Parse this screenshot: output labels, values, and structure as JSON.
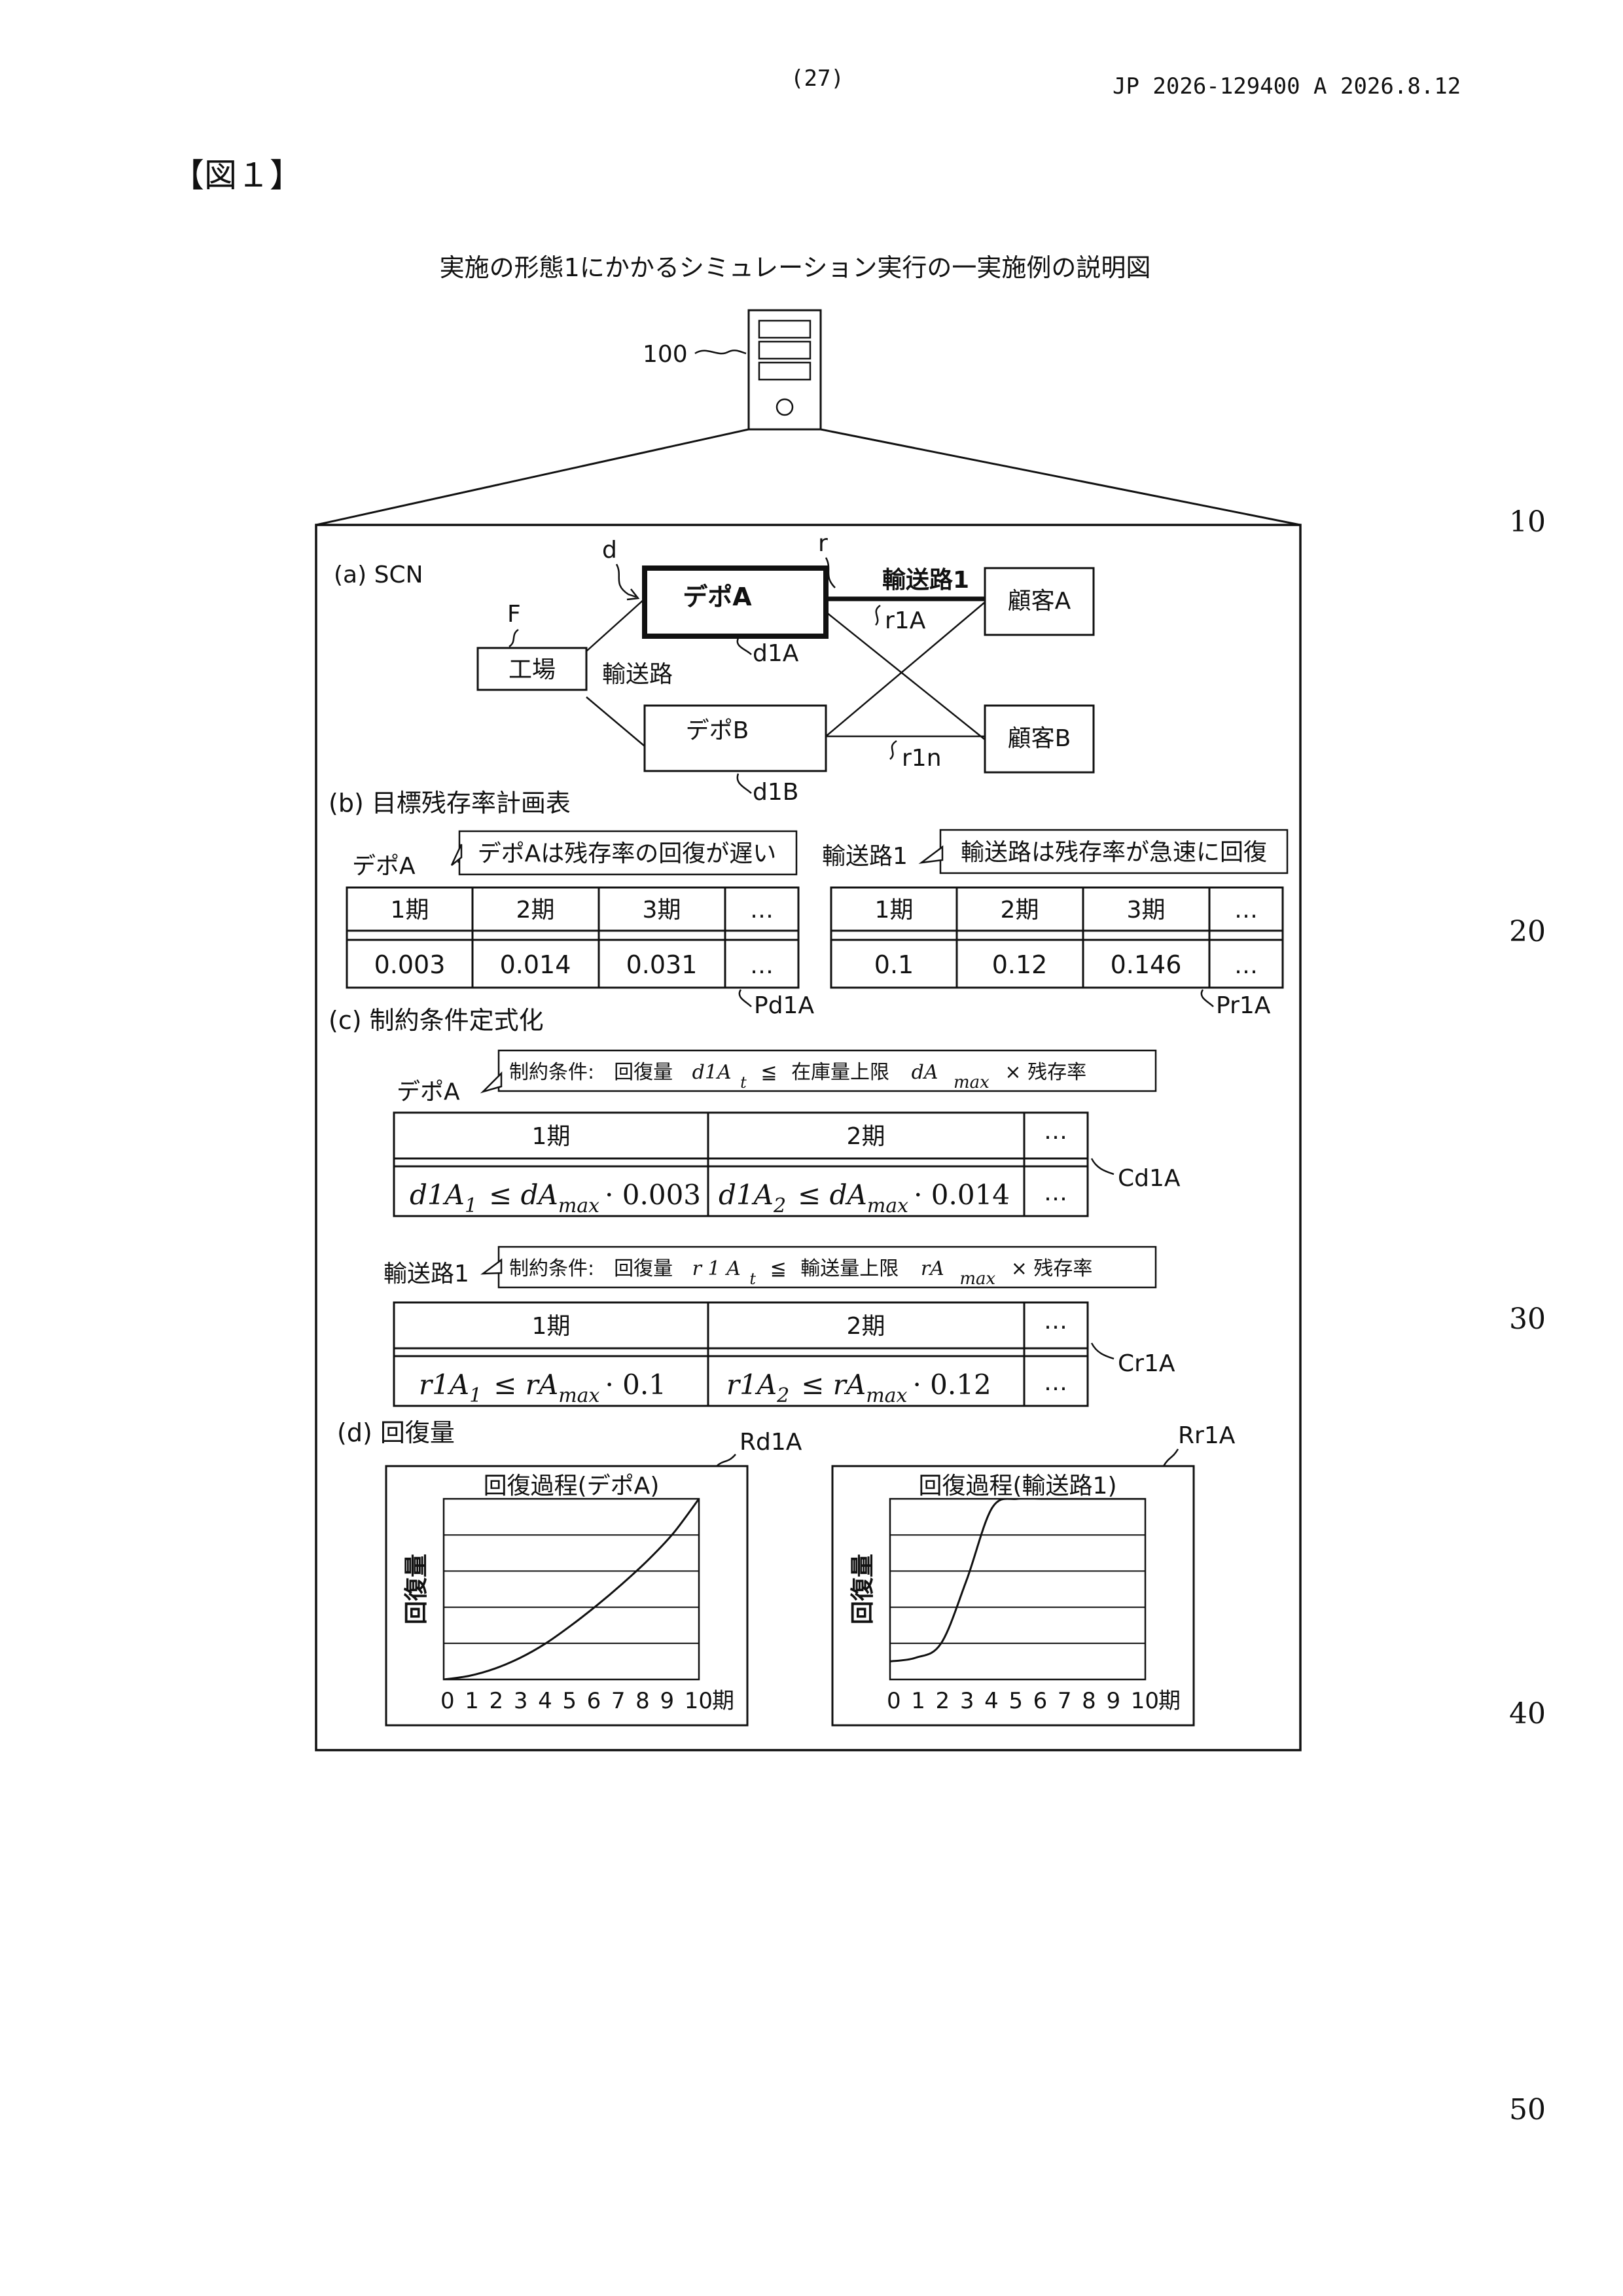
{
  "header": {
    "page_number": "(27)",
    "publication": "JP  2026-129400  A  2026.8.12"
  },
  "line_numbers": [
    "10",
    "20",
    "30",
    "40",
    "50"
  ],
  "figure": {
    "label": "【図１】",
    "title": "実施の形態1にかかるシミュレーション実行の一実施例の説明図",
    "device_ref": "100",
    "section_a": {
      "heading": "(a)  SCN",
      "factory": "工場",
      "factory_ref": "F",
      "depot_a": "デポA",
      "depot_b": "デポB",
      "depot_ref": "d",
      "route_ref": "r",
      "route_label": "輸送路",
      "route1_label": "輸送路1",
      "customer_a": "顧客A",
      "customer_b": "顧客B",
      "ref_d1a": "d1A",
      "ref_d1b": "d1B",
      "ref_r1a": "r1A",
      "ref_r1n": "r1n"
    },
    "section_b": {
      "heading": "(b) 目標残存率計画表",
      "depot_label": "デポA",
      "depot_note": "デポAは残存率の回復が遅い",
      "route_label": "輸送路1",
      "route_note": "輸送路は残存率が急速に回復",
      "depot_headers": [
        "1期",
        "2期",
        "3期",
        "…"
      ],
      "depot_values": [
        "0.003",
        "0.014",
        "0.031",
        "…"
      ],
      "route_headers": [
        "1期",
        "2期",
        "3期",
        "…"
      ],
      "route_values": [
        "0.1",
        "0.12",
        "0.146",
        "…"
      ],
      "depot_ref": "Pd1A",
      "route_ref": "Pr1A"
    },
    "section_c": {
      "heading": "(c) 制約条件定式化",
      "depot_label": "デポA",
      "depot_condition": {
        "prefix": "制約条件:　回復量",
        "var": "d1A",
        "sub": "t",
        "op": "≦",
        "limit_label": "在庫量上限",
        "limit_var": "dA",
        "limit_sub": "max",
        "suffix": "× 残存率"
      },
      "depot_headers": [
        "1期",
        "2期",
        "…"
      ],
      "depot_formulas": [
        {
          "lhs": "d1A",
          "lsub": "1",
          "rhs": "≤ dA",
          "rsub": "max",
          "val": "· 0.003"
        },
        {
          "lhs": "d1A",
          "lsub": "2",
          "rhs": "≤ dA",
          "rsub": "max",
          "val": "· 0.014"
        }
      ],
      "depot_ellipsis": "…",
      "depot_ref": "Cd1A",
      "route_label": "輸送路1",
      "route_condition": {
        "prefix": "制約条件:　回復量",
        "var": "r 1 A",
        "sub": "t",
        "op": "≦",
        "limit_label": "輸送量上限",
        "limit_var": "rA",
        "limit_sub": "max",
        "suffix": "× 残存率"
      },
      "route_headers": [
        "1期",
        "2期",
        "…"
      ],
      "route_formulas": [
        {
          "lhs": "r1A",
          "lsub": "1",
          "rhs": "≤ rA",
          "rsub": "max",
          "val": "· 0.1"
        },
        {
          "lhs": "r1A",
          "lsub": "2",
          "rhs": "≤ rA",
          "rsub": "max",
          "val": "· 0.12"
        }
      ],
      "route_ellipsis": "…",
      "route_ref": "Cr1A"
    },
    "section_d": {
      "heading": "(d) 回復量",
      "depot_chart_ref": "Rd1A",
      "route_chart_ref": "Rr1A"
    }
  },
  "chart_data": [
    {
      "type": "line",
      "title": "回復過程(デポA)",
      "ylabel": "回復量",
      "x_ticks": [
        "0",
        "1",
        "2",
        "3",
        "4",
        "5",
        "6",
        "7",
        "8",
        "9",
        "10"
      ],
      "x_unit": "期",
      "x": [
        0,
        1,
        2,
        3,
        4,
        5,
        6,
        7,
        8,
        9,
        10
      ],
      "values": [
        0,
        0.02,
        0.06,
        0.12,
        0.2,
        0.3,
        0.41,
        0.53,
        0.66,
        0.81,
        1.0
      ],
      "ylim": [
        0,
        1
      ],
      "grid": true
    },
    {
      "type": "line",
      "title": "回復過程(輸送路1)",
      "ylabel": "回復量",
      "x_ticks": [
        "0",
        "1",
        "2",
        "3",
        "4",
        "5",
        "6",
        "7",
        "8",
        "9",
        "10"
      ],
      "x_unit": "期",
      "x": [
        0,
        1,
        2,
        3,
        4,
        5,
        6,
        7,
        8,
        9,
        10
      ],
      "values": [
        0.1,
        0.12,
        0.2,
        0.55,
        0.95,
        1.0,
        1.0,
        1.0,
        1.0,
        1.0,
        1.0
      ],
      "ylim": [
        0,
        1
      ],
      "grid": true
    }
  ]
}
